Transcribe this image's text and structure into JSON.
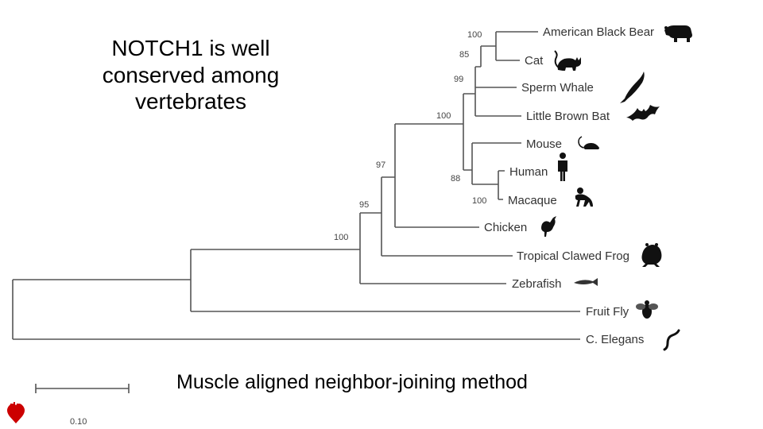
{
  "slide": {
    "title": "NOTCH1 is well conserved among vertebrates",
    "caption": "Muscle aligned neighbor-joining method"
  },
  "tree": {
    "scale_label": "0.10",
    "taxa": [
      {
        "key": "bear",
        "label": "American Black Bear",
        "icon": "bear-icon"
      },
      {
        "key": "cat",
        "label": "Cat",
        "icon": "cat-icon"
      },
      {
        "key": "whale",
        "label": "Sperm Whale",
        "icon": "whale-icon"
      },
      {
        "key": "bat",
        "label": "Little Brown Bat",
        "icon": "bat-icon"
      },
      {
        "key": "mouse",
        "label": "Mouse",
        "icon": "mouse-icon"
      },
      {
        "key": "human",
        "label": "Human",
        "icon": "human-icon"
      },
      {
        "key": "macaque",
        "label": "Macaque",
        "icon": "monkey-icon"
      },
      {
        "key": "chicken",
        "label": "Chicken",
        "icon": "chicken-icon"
      },
      {
        "key": "frog",
        "label": "Tropical Clawed Frog",
        "icon": "frog-icon"
      },
      {
        "key": "zebrafish",
        "label": "Zebrafish",
        "icon": "fish-icon"
      },
      {
        "key": "fly",
        "label": "Fruit Fly",
        "icon": "fly-icon"
      },
      {
        "key": "elegans",
        "label": "C. Elegans",
        "icon": "worm-icon"
      }
    ],
    "bootstrap": {
      "bear_cat": "100",
      "carnivora": "85",
      "laurasiatheria": "99",
      "mammals": "100",
      "amniotes": "97",
      "euarchontoglires": "88",
      "primates": "100",
      "tetrapods": "95",
      "vertebrates": "100"
    }
  },
  "colors": {
    "branch": "#555555",
    "icon": "#111111",
    "logo": "#cc0000"
  }
}
